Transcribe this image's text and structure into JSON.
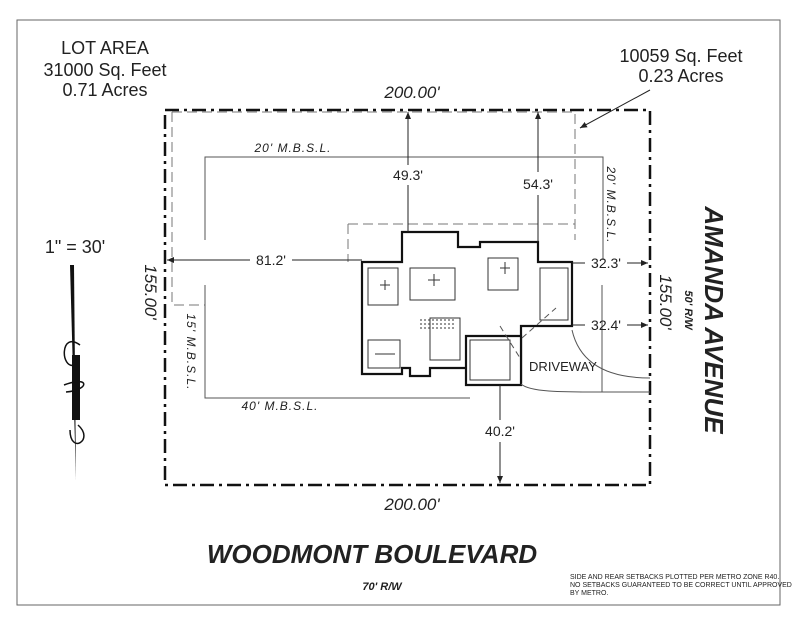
{
  "lot_area": {
    "title": "LOT AREA",
    "sq_feet": "31000 Sq. Feet",
    "acres": "0.71 Acres"
  },
  "buildable_area": {
    "sq_feet": "10059 Sq. Feet",
    "acres": "0.23 Acres"
  },
  "scale": "1\" = 30'",
  "dimensions": {
    "top": "200.00'",
    "bottom": "200.00'",
    "left": "155.00'",
    "right": "155.00'",
    "front_to_top": "49.3'",
    "rear_right_to_top": "54.3'",
    "left_side": "81.2'",
    "right_side_upper": "32.3'",
    "right_side_lower": "32.4'",
    "bottom_front": "40.2'"
  },
  "setbacks": {
    "top": "20' M.B.S.L.",
    "right": "20' M.B.S.L.",
    "left": "15' M.B.S.L.",
    "bottom": "40' M.B.S.L."
  },
  "driveway_label": "DRIVEWAY",
  "streets": {
    "right": {
      "name": "AMANDA AVENUE",
      "row": "50' R/W"
    },
    "bottom": {
      "name": "WOODMONT BOULEVARD",
      "row": "70' R/W"
    }
  },
  "note": [
    "SIDE AND REAR SETBACKS PLOTTED PER METRO ZONE R40.",
    "NO SETBACKS GUARANTEED TO BE CORRECT UNTIL APPROVED",
    "BY METRO."
  ]
}
